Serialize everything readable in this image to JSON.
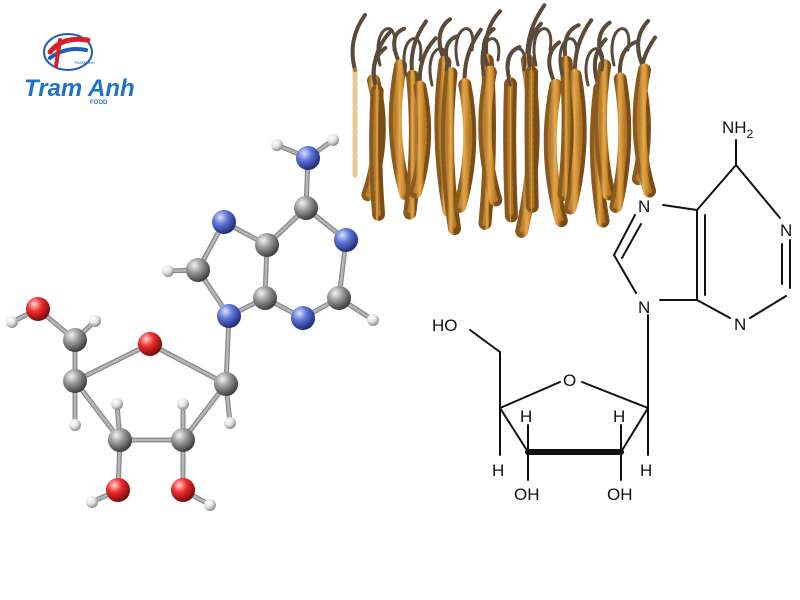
{
  "logo": {
    "brand": "Tram Anh",
    "sub": "FOOD",
    "mark_text": "TRAM ANH",
    "colors": {
      "text": "#1e73c8",
      "outline": "#ffffff",
      "mark_red": "#d6202a",
      "mark_blue": "#1e5fb3"
    }
  },
  "photo": {
    "subject": "cordyceps-sinensis-bundle",
    "colors": {
      "body": "#d99a3a",
      "stroma": "#5a4a3a"
    }
  },
  "ball_model": {
    "colors": {
      "carbon": "#8e8e8e",
      "nitrogen": "#4a5fc4",
      "oxygen": "#e01b24",
      "hydrogen": "#e6e6e6",
      "bond": "#b5b5b5"
    }
  },
  "structure": {
    "labels": {
      "nh2": "NH",
      "nh2_sub": "2",
      "n1": "N",
      "n3": "N",
      "n7": "N",
      "n9": "N",
      "ring_o": "O",
      "ho5": "HO",
      "oh2": "OH",
      "oh3": "OH",
      "h1": "H",
      "h2": "H",
      "h3": "H",
      "h4": "H"
    }
  }
}
